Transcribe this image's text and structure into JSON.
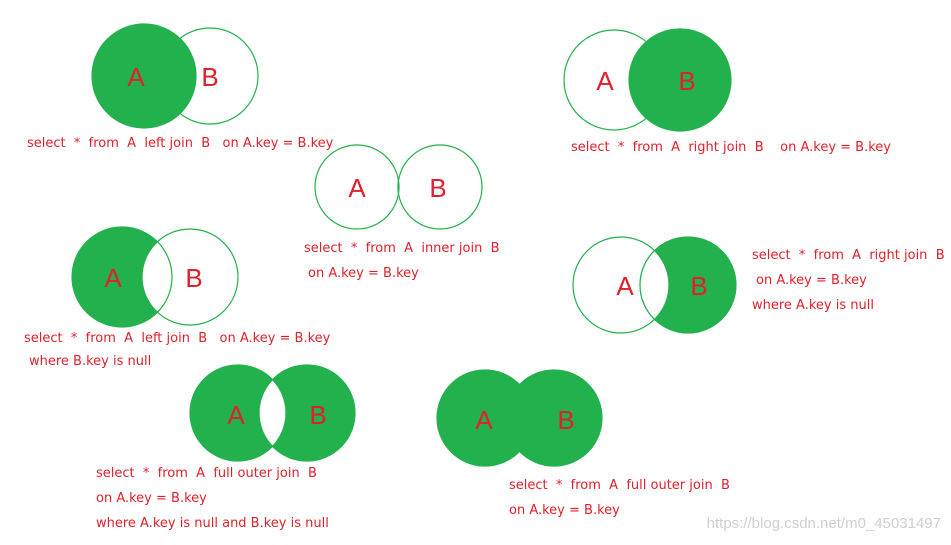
{
  "colors": {
    "fill": "#22b14c",
    "stroke": "#22b14c",
    "text": "#e0202a",
    "watermark": "#cfcfcf"
  },
  "set_labels": {
    "a": "A",
    "b": "B"
  },
  "diagrams": [
    {
      "id": "left-join",
      "shaded": "A",
      "caption": [
        "select  *  from  A  left join  B   on A.key = B.key"
      ]
    },
    {
      "id": "inner-join",
      "shaded": "AB",
      "caption": [
        "select  *  from  A  inner join  B",
        "on A.key = B.key"
      ]
    },
    {
      "id": "right-join",
      "shaded": "B",
      "caption": [
        "select  *  from  A  right join  B    on A.key = B.key"
      ]
    },
    {
      "id": "left-excl",
      "shaded": "A-B",
      "caption": [
        "select  *  from  A  left join  B   on A.key = B.key",
        "where B.key is null"
      ]
    },
    {
      "id": "right-excl",
      "shaded": "B-A",
      "caption": [
        "select  *  from  A  right join  B",
        "on A.key = B.key",
        "where A.key is null"
      ]
    },
    {
      "id": "full-excl",
      "shaded": "AxorB",
      "caption": [
        "select  *  from  A  full outer join  B",
        "on A.key = B.key",
        "where A.key is null and B.key is null"
      ]
    },
    {
      "id": "full-outer",
      "shaded": "AorB",
      "caption": [
        "select  *  from  A  full outer join  B",
        "on A.key = B.key"
      ]
    }
  ],
  "watermark": "https://blog.csdn.net/m0_45031497"
}
